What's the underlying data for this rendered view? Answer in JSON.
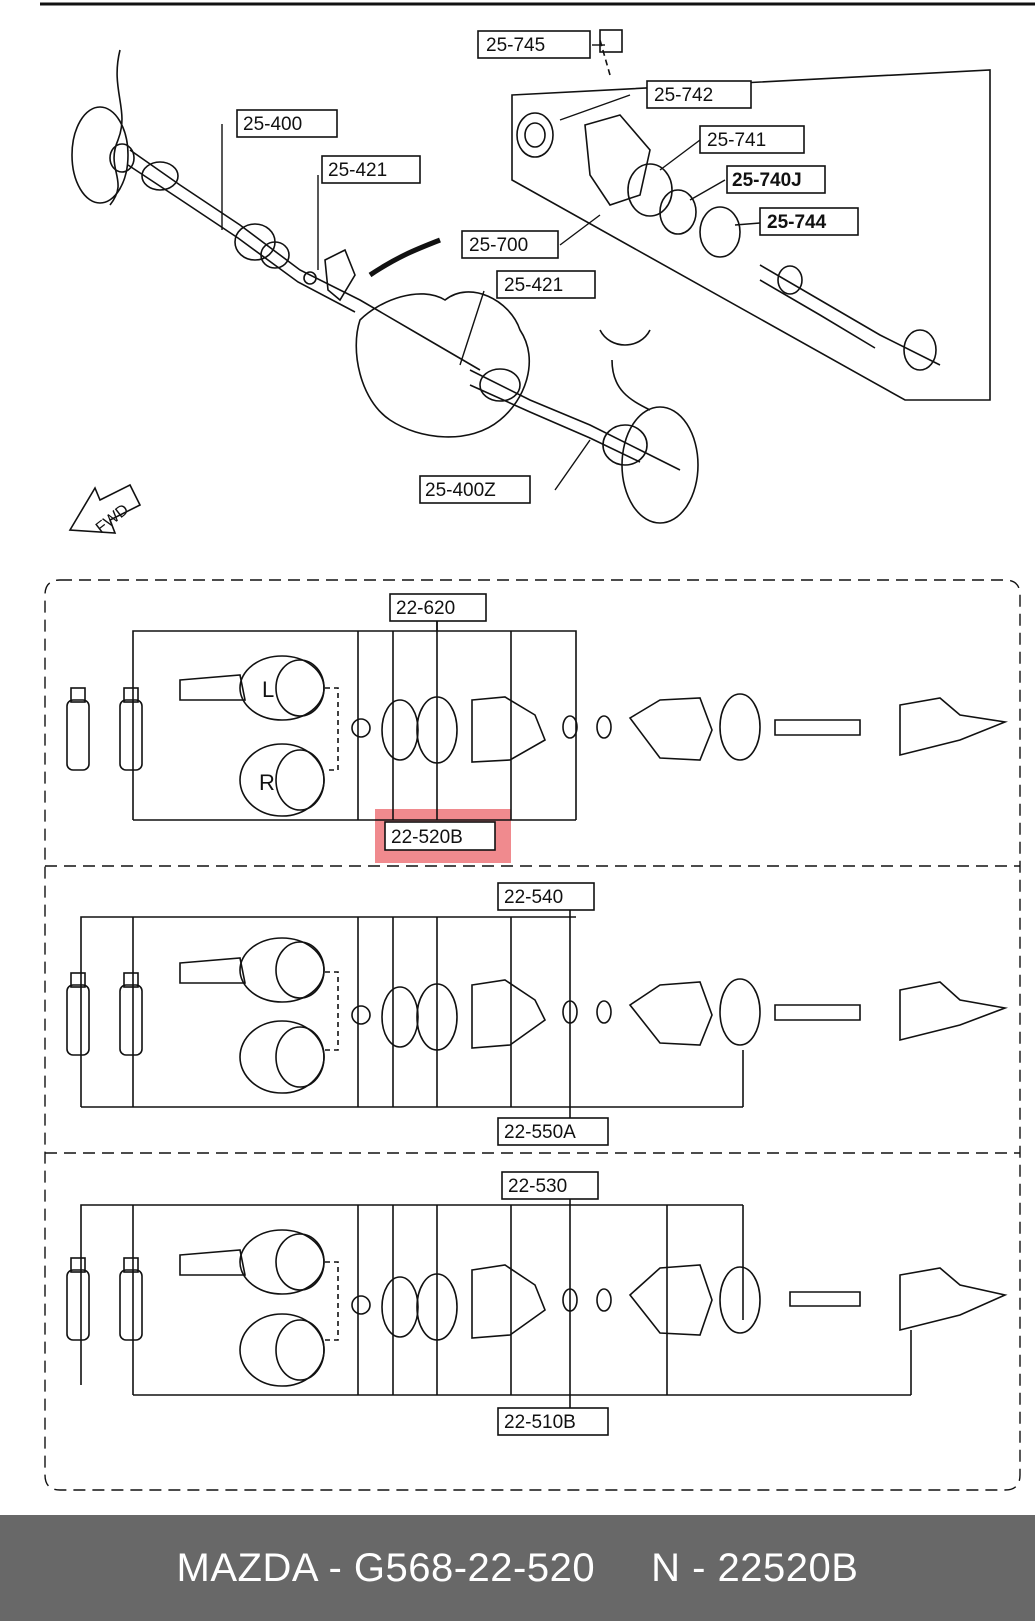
{
  "diagram": {
    "callouts": {
      "c25_745": "25-745",
      "c25_742": "25-742",
      "c25_741": "25-741",
      "c25_740j": "25-740J",
      "c25_744": "25-744",
      "c25_700": "25-700",
      "c25_400": "25-400",
      "c25_421a": "25-421",
      "c25_421b": "25-421",
      "c25_400z": "25-400Z",
      "c22_620": "22-620",
      "c22_520b": "22-520B",
      "c22_540": "22-540",
      "c22_550a": "22-550A",
      "c22_530": "22-530",
      "c22_510b": "22-510B"
    },
    "fwd_arrow": "FWD",
    "joint_left": "L",
    "joint_right": "R",
    "highlight_color": "#f08a8e"
  },
  "footer": {
    "brand_part": "MAZDA - G568-22-520",
    "oem_number": "N - 22520B"
  }
}
